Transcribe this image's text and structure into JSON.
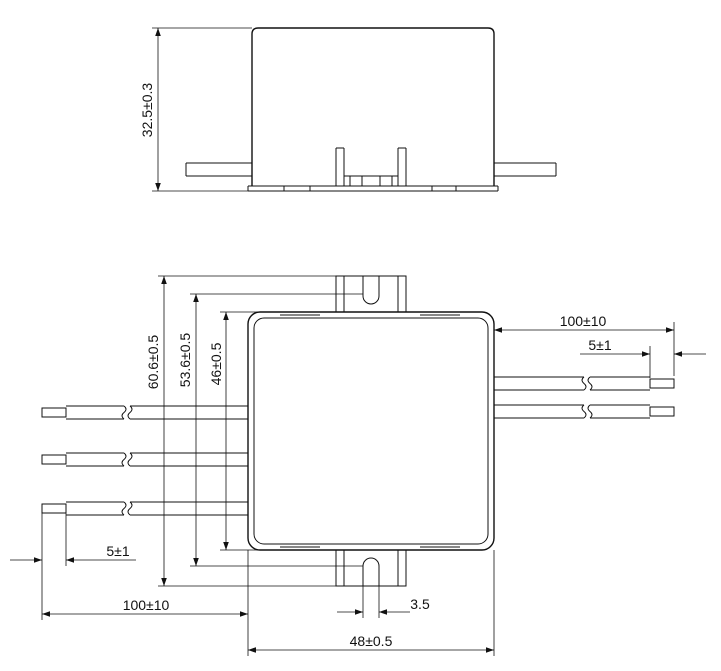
{
  "dimensions": {
    "height": "32.5±0.3",
    "overall_length": "60.6±0.5",
    "mount_pitch": "53.6±0.5",
    "body_length": "46±0.5",
    "body_width": "48±0.5",
    "lead_length_right": "100±10",
    "strip_length_right": "5±1",
    "lead_length_left": "100±10",
    "strip_length_left": "5±1",
    "slot_width": "3.5"
  }
}
